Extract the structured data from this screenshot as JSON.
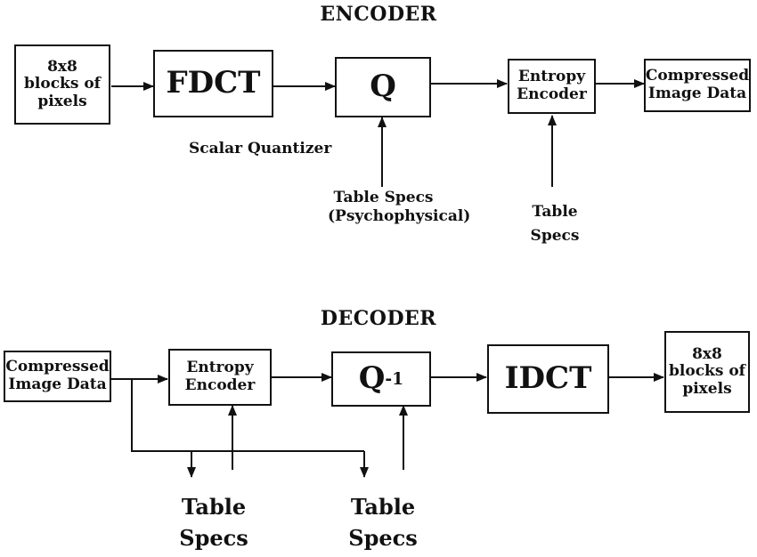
{
  "encoder": {
    "title": "ENCODER",
    "input": "8x8\nblocks of\npixels",
    "fdct": "FDCT",
    "quantizer": "Q",
    "quantizer_label": "Scalar Quantizer",
    "entropy": "Entropy\nEncoder",
    "output": "Compressed\nImage Data",
    "quant_tables": "Table Specs\n(Psychophysical)",
    "entropy_tables": "Table\nSpecs"
  },
  "decoder": {
    "title": "DECODER",
    "input": "Compressed\nImage Data",
    "entropy": "Entropy\nEncoder",
    "dequantizer_base": "Q",
    "dequantizer_sup": "-1",
    "idct": "IDCT",
    "output": "8x8\nblocks of\npixels",
    "table_specs_left": "Table\nSpecs",
    "table_specs_right": "Table\nSpecs"
  }
}
